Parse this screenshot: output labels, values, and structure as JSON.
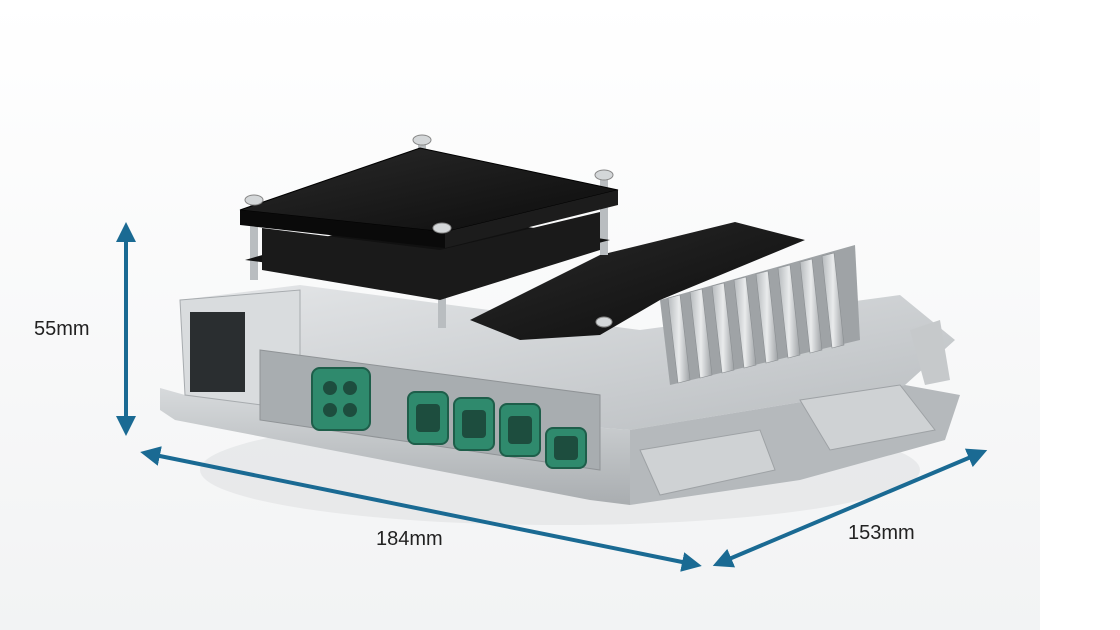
{
  "image": {
    "subject": "electronic-control-unit",
    "colors": {
      "background": "#fafafa",
      "dimension_arrow": "#1a6a93",
      "housing_aluminum": "#c9ccce",
      "cover_black": "#161616",
      "connector_green": "#2f8a6d"
    },
    "dimensions": {
      "height_label": "55mm",
      "length_label": "184mm",
      "width_label": "153mm"
    }
  }
}
